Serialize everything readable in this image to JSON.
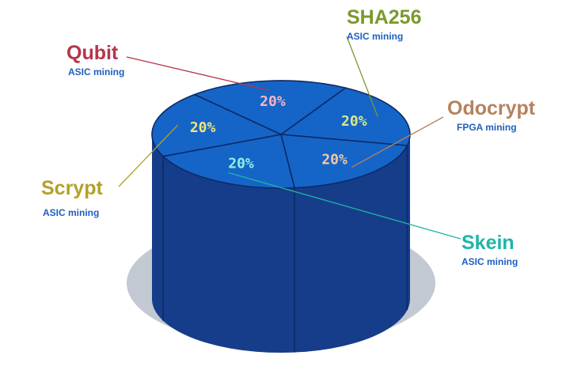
{
  "chart_data": {
    "type": "pie",
    "style": "3d-cylinder",
    "slices": [
      {
        "name": "SHA256",
        "value": 20,
        "label": "20%",
        "note": "ASIC mining",
        "color": "#7a9a2e",
        "pct_color": "#d8e88a"
      },
      {
        "name": "Odocrypt",
        "value": 20,
        "label": "20%",
        "note": "FPGA mining",
        "color": "#b5825e",
        "pct_color": "#f2c8a4"
      },
      {
        "name": "Skein",
        "value": 20,
        "label": "20%",
        "note": "ASIC mining",
        "color": "#1fb5a8",
        "pct_color": "#8ff0e6"
      },
      {
        "name": "Scrypt",
        "value": 20,
        "label": "20%",
        "note": "ASIC mining",
        "color": "#b4a12a",
        "pct_color": "#f3e67a"
      },
      {
        "name": "Qubit",
        "value": 20,
        "label": "20%",
        "note": "ASIC mining",
        "color": "#b8344a",
        "pct_color": "#f4b6c6"
      }
    ],
    "colors": {
      "top": "#1565c8",
      "side": "#163d8a",
      "divider": "#0d2a66",
      "shadow": "#c3c9d3",
      "note": "#1f5fbf"
    }
  }
}
